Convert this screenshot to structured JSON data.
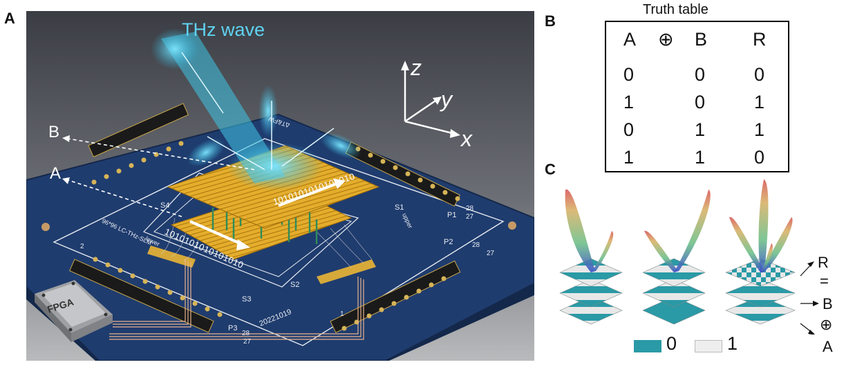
{
  "panels": {
    "a": "A",
    "b": "B",
    "c": "C"
  },
  "scene": {
    "beam_label": "THz wave",
    "axes": {
      "z": "z",
      "y": "y",
      "x": "x"
    },
    "input_labels": {
      "b": "B",
      "a": "A"
    },
    "bit_string_upper": "1010101010101010",
    "bit_string_lower": "1010101010101010",
    "chip_label": "FPGA",
    "board_marks": {
      "s1": "S1",
      "s2": "S2",
      "s3": "S3",
      "s4": "S4",
      "p1": "P1",
      "p2": "P2",
      "p3": "P3",
      "pin_28": "28",
      "pin_27": "27",
      "pin_2": "2",
      "pin_1": "1",
      "date_code": "20221019",
      "slm_name": "96*96 LC-THz-SLM",
      "lower": "lower",
      "upper": "upper",
      "maker": "ΔT&FW"
    }
  },
  "truth_table": {
    "title": "Truth table",
    "headers": [
      "A",
      "⊕",
      "B",
      "R"
    ],
    "rows": [
      [
        "0",
        "0",
        "0"
      ],
      [
        "1",
        "0",
        "1"
      ],
      [
        "0",
        "1",
        "1"
      ],
      [
        "1",
        "1",
        "0"
      ]
    ]
  },
  "stack": {
    "labels": {
      "r": "R",
      "equals": "=",
      "b": "B",
      "xor": "⊕",
      "a": "A"
    },
    "legend": [
      {
        "label": "0",
        "color": "#2a9aa6"
      },
      {
        "label": "1",
        "color": "#eeeeee"
      }
    ]
  },
  "colors": {
    "board": "#1e3a6b",
    "gold": "#e0a825",
    "beam": "#3fc4e6",
    "teal": "#2a9aa6"
  }
}
